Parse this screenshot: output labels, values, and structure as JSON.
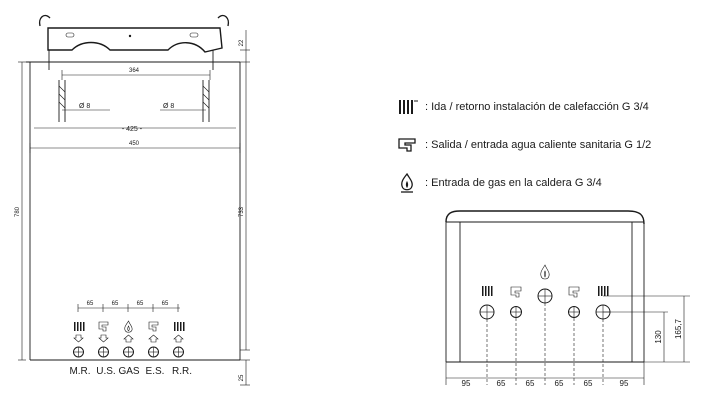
{
  "legend": {
    "items": [
      {
        "icon": "radiator-icon",
        "text": ": Ida / retorno instalación de calefacción G 3/4"
      },
      {
        "icon": "tap-icon",
        "text": ": Salida / entrada agua caliente sanitaria G 1/2"
      },
      {
        "icon": "gas-flame-icon",
        "text": ": Entrada de gas en la caldera G 3/4"
      }
    ]
  },
  "left_view": {
    "dim_top_width": "364",
    "dim_mid_width": "- 425 -",
    "dim_full_width": "450",
    "dia_left": "Ø 8",
    "dia_right": "Ø 8",
    "dim_left_height": "780",
    "dim_right_height": "733",
    "dim_top_right": "22",
    "dim_bottom_right": "25",
    "spacing": [
      "65",
      "65",
      "65",
      "65"
    ],
    "connection_labels": [
      "M.R.",
      "U.S.",
      "GAS",
      "E.S.",
      "R.R."
    ]
  },
  "right_view": {
    "bottom_dims": [
      "95",
      "65",
      "65",
      "65",
      "65",
      "95"
    ],
    "dim_130": "130",
    "dim_165": "165,7"
  }
}
